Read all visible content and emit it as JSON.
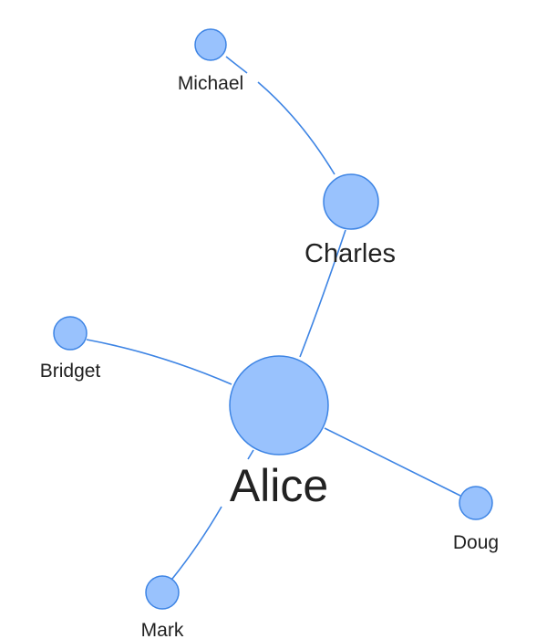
{
  "colors": {
    "node_fill": "#99c2fd",
    "node_stroke": "#3d84e4",
    "edge": "#3d84e4",
    "label": "#222222"
  },
  "nodes": [
    {
      "id": "alice",
      "label": "Alice"
    },
    {
      "id": "charles",
      "label": "Charles"
    },
    {
      "id": "michael",
      "label": "Michael"
    },
    {
      "id": "bridget",
      "label": "Bridget"
    },
    {
      "id": "doug",
      "label": "Doug"
    },
    {
      "id": "mark",
      "label": "Mark"
    }
  ],
  "edges": [
    {
      "source": "alice",
      "target": "charles"
    },
    {
      "source": "charles",
      "target": "michael"
    },
    {
      "source": "alice",
      "target": "bridget"
    },
    {
      "source": "alice",
      "target": "doug"
    },
    {
      "source": "alice",
      "target": "mark"
    }
  ]
}
